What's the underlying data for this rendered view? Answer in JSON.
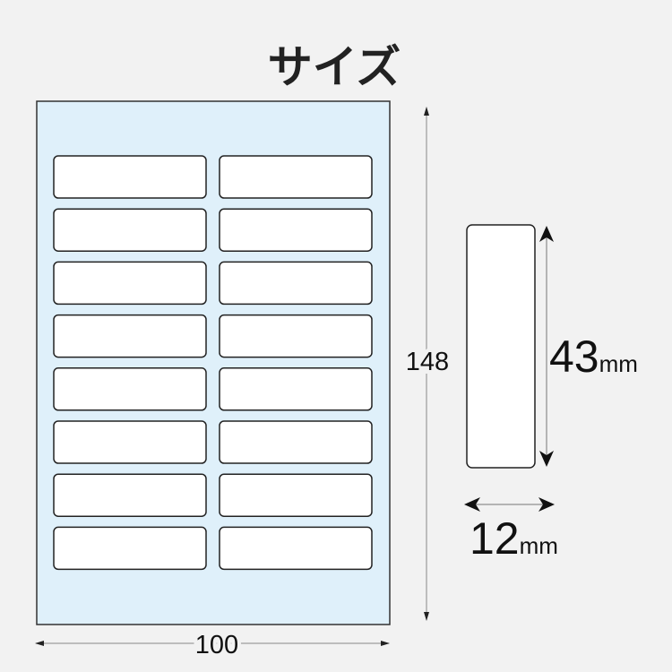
{
  "title": "サイズ",
  "sheet": {
    "width_label": "100",
    "height_label": "148",
    "rows": 8,
    "columns": 2,
    "background_color": "#dff0fa"
  },
  "label_detail": {
    "height_value": "43",
    "height_unit": "mm",
    "width_value": "12",
    "width_unit": "mm"
  }
}
